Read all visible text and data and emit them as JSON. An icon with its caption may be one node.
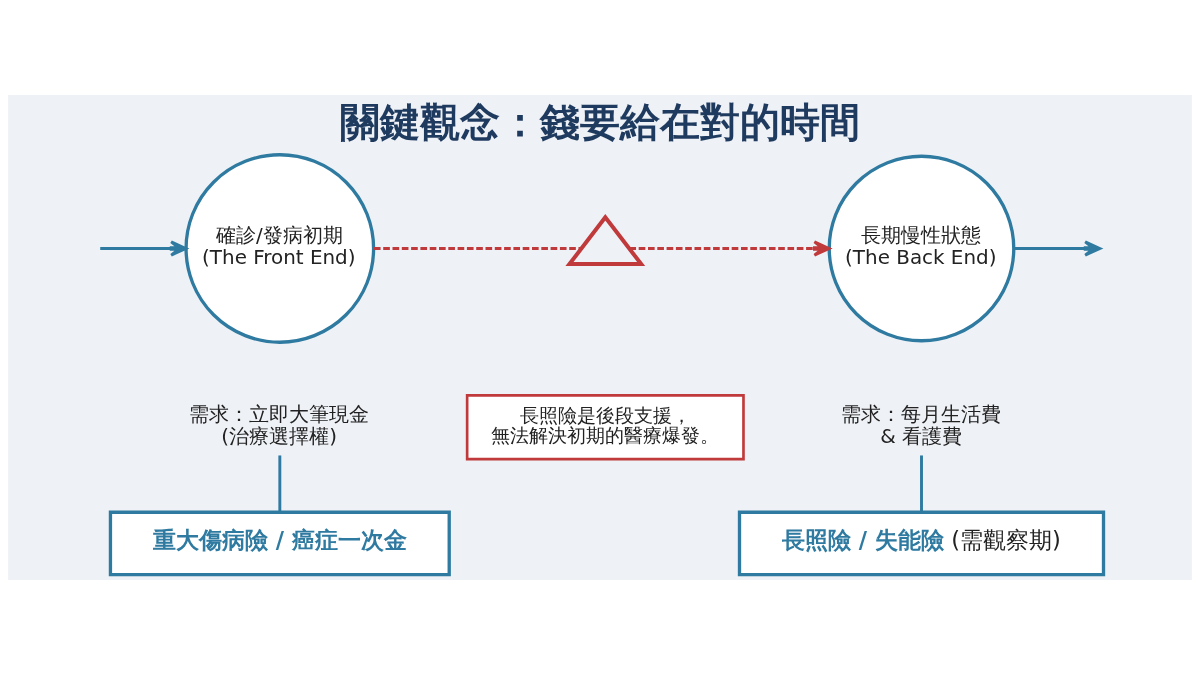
{
  "diagram": {
    "title": "關鍵觀念：錢要給在對的時間",
    "nodes": [
      {
        "text": [
          "確診/發病初期",
          "(The Front End)"
        ]
      },
      {
        "text": [],
        "shape": "triangle"
      },
      {
        "text": [
          "長期慢性狀態",
          "(The Back End)"
        ]
      },
      {
        "text": [
          "長照險是後段支援，無法解決初期的醫療爆發。"
        ]
      },
      {
        "text": [
          "需求：立即大筆現金 (治療選擇權)"
        ]
      },
      {
        "text": [
          "需求：每月生活費 & 看護費"
        ]
      },
      {
        "text": [
          "重大傷病險 / 癌症一次金"
        ]
      },
      {
        "text": [
          "**長照險 / 失能險** (需觀察期)"
        ]
      }
    ],
    "edges": [
      {
        "from": null,
        "to": 0,
        "arrow": "to"
      },
      {
        "from": 0,
        "to": 1,
        "arrow": "none",
        "style": "dashed",
        "color": "#c0393b"
      },
      {
        "from": 1,
        "to": 2,
        "arrow": "to",
        "style": "dashed",
        "color": "#c0393b"
      },
      {
        "from": 2,
        "to": null,
        "arrow": "to"
      },
      {
        "from": 4,
        "to": 6,
        "arrow": "none"
      },
      {
        "from": 5,
        "to": 7,
        "arrow": "none"
      }
    ]
  }
}
